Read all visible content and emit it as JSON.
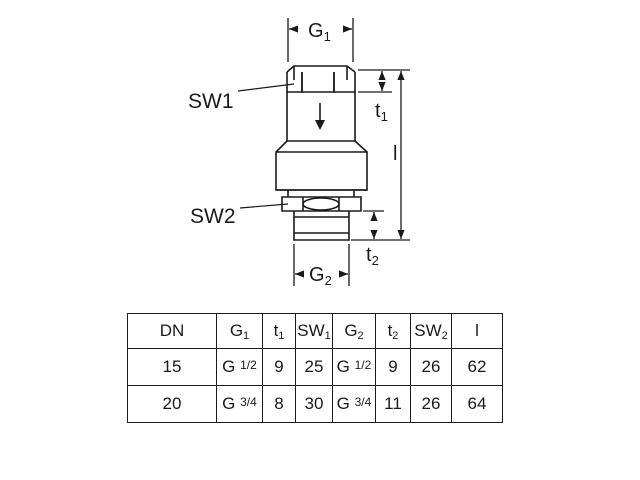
{
  "diagram": {
    "labels": {
      "g1": {
        "base": "G",
        "sub": "1"
      },
      "g2": {
        "base": "G",
        "sub": "2"
      },
      "t1": {
        "base": "t",
        "sub": "1"
      },
      "t2": {
        "base": "t",
        "sub": "2"
      },
      "l": "l",
      "sw1": "SW1",
      "sw2": "SW2"
    }
  },
  "table": {
    "headers": [
      {
        "base": "DN",
        "sub": ""
      },
      {
        "base": "G",
        "sub": "1"
      },
      {
        "base": "t",
        "sub": "1"
      },
      {
        "base": "SW",
        "sub": "1"
      },
      {
        "base": "G",
        "sub": "2"
      },
      {
        "base": "t",
        "sub": "2"
      },
      {
        "base": "SW",
        "sub": "2"
      },
      {
        "base": "l",
        "sub": ""
      }
    ],
    "rows": [
      {
        "dn": "15",
        "g1": {
          "prefix": "G ",
          "frac": "1/2"
        },
        "t1": "9",
        "sw1": "25",
        "g2": {
          "prefix": "G ",
          "frac": "1/2"
        },
        "t2": "9",
        "sw2": "26",
        "l": "62"
      },
      {
        "dn": "20",
        "g1": {
          "prefix": "G ",
          "frac": "3/4"
        },
        "t1": "8",
        "sw1": "30",
        "g2": {
          "prefix": "G ",
          "frac": "3/4"
        },
        "t2": "11",
        "sw2": "26",
        "l": "64"
      }
    ]
  }
}
